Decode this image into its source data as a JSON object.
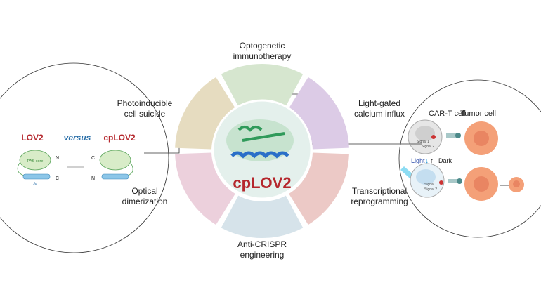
{
  "center": {
    "title": "cpLOV2"
  },
  "segments": {
    "top": [
      "Optogenetic",
      "immunotherapy"
    ],
    "upper_right": [
      "Light-gated",
      "calcium influx"
    ],
    "lower_right": [
      "Transcriptional",
      "reprogramming"
    ],
    "bottom": [
      "Anti-CRISPR",
      "engineering"
    ],
    "lower_left": [
      "Optical",
      "dimerization"
    ],
    "upper_left": [
      "Photoinducible",
      "cell suicide"
    ]
  },
  "left_inset": {
    "lov2": "LOV2",
    "versus": "versus",
    "cplov2": "cpLOV2",
    "pas_core": "PAS core",
    "ja": "Jα",
    "n": "N",
    "c": "C"
  },
  "right_inset": {
    "cart": "CAR-T cell",
    "tumor": "Tumor cell",
    "light": "Light",
    "dark": "Dark",
    "signal1": "Signal 1",
    "signal2": "Signal 2"
  },
  "colors": {
    "title_red": "#b5272d",
    "versus_blue": "#2a6fa8",
    "green": "#d6e6cf",
    "purple": "#dccbe6",
    "red": "#ecc9c6",
    "blue": "#d6e3ea",
    "pink": "#ecd0dc",
    "tan": "#e6dcc0"
  }
}
